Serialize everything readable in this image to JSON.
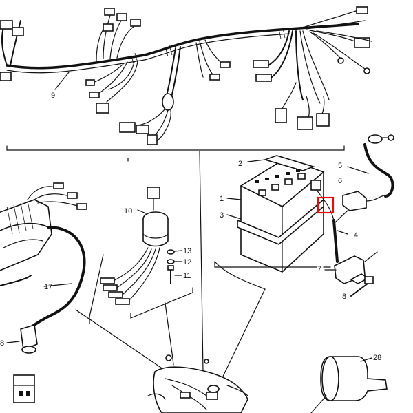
{
  "callouts": {
    "c1": "1",
    "c2": "2",
    "c3": "3",
    "c4": "4",
    "c5": "5",
    "c6": "6",
    "c7": "7",
    "c8": "8",
    "c9": "9",
    "c10": "10",
    "c11": "11",
    "c12": "12",
    "c13": "13",
    "c17": "17",
    "c28": "28",
    "c18": "8"
  },
  "highlight_color": "#e01010"
}
